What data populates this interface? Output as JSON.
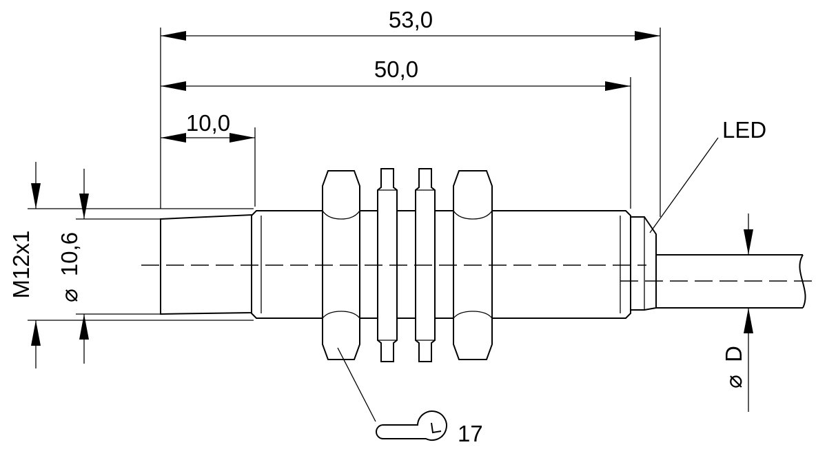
{
  "dimensions": {
    "overall_length": "53,0",
    "body_length": "50,0",
    "face_length": "10,0",
    "thread": "M12x1",
    "face_diameter": "10,6",
    "cable_diameter": "D",
    "diameter_symbol": "⌀"
  },
  "callouts": {
    "led": "LED",
    "wrench_size": "17"
  },
  "icons": {
    "wrench": "open-end-wrench-icon"
  }
}
